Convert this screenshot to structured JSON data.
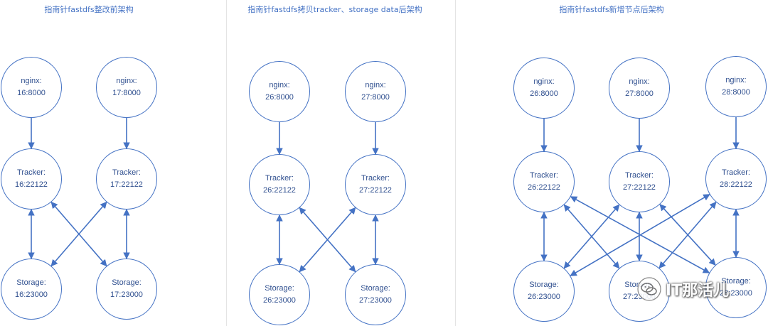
{
  "colors": {
    "accent": "#4472c4",
    "node_text": "#2f4f8f",
    "background": "#ffffff"
  },
  "panels": [
    {
      "title": "指南针fastdfs整改前架构",
      "nodes": {
        "nginx": [
          {
            "line1": "nginx:",
            "line2": "16:8000"
          },
          {
            "line1": "nginx:",
            "line2": "17:8000"
          }
        ],
        "tracker": [
          {
            "line1": "Tracker:",
            "line2": "16:22122"
          },
          {
            "line1": "Tracker:",
            "line2": "17:22122"
          }
        ],
        "storage": [
          {
            "line1": "Storage:",
            "line2": "16:23000"
          },
          {
            "line1": "Storage:",
            "line2": "17:23000"
          }
        ]
      }
    },
    {
      "title": "指南针fastdfs拷贝tracker、storage data后架构",
      "nodes": {
        "nginx": [
          {
            "line1": "nginx:",
            "line2": "26:8000"
          },
          {
            "line1": "nginx:",
            "line2": "27:8000"
          }
        ],
        "tracker": [
          {
            "line1": "Tracker:",
            "line2": "26:22122"
          },
          {
            "line1": "Tracker:",
            "line2": "27:22122"
          }
        ],
        "storage": [
          {
            "line1": "Storage:",
            "line2": "26:23000"
          },
          {
            "line1": "Storage:",
            "line2": "27:23000"
          }
        ]
      }
    },
    {
      "title": "指南针fastdfs新增节点后架构",
      "nodes": {
        "nginx": [
          {
            "line1": "nginx:",
            "line2": "26:8000"
          },
          {
            "line1": "nginx:",
            "line2": "27:8000"
          },
          {
            "line1": "nginx:",
            "line2": "28:8000"
          }
        ],
        "tracker": [
          {
            "line1": "Tracker:",
            "line2": "26:22122"
          },
          {
            "line1": "Tracker:",
            "line2": "27:22122"
          },
          {
            "line1": "Tracker:",
            "line2": "28:22122"
          }
        ],
        "storage": [
          {
            "line1": "Storage:",
            "line2": "26:23000"
          },
          {
            "line1": "Storage:",
            "line2": "27:23000"
          },
          {
            "line1": "Storage:",
            "line2": "28:23000"
          }
        ]
      }
    }
  ],
  "watermark": {
    "text": "IT那活儿",
    "icon": "wechat-bubble-icon"
  }
}
